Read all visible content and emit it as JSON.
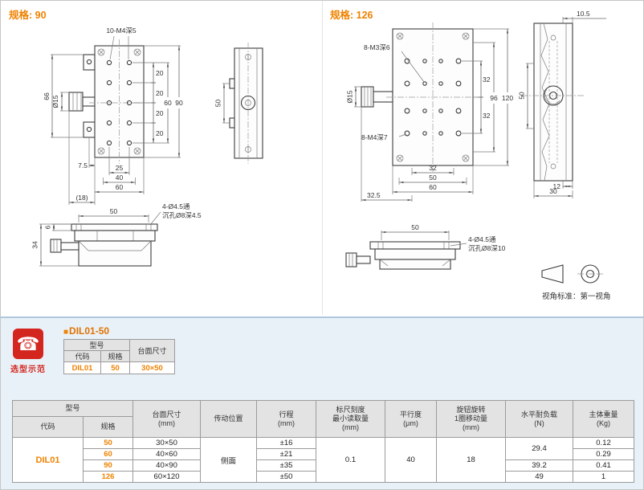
{
  "page": {
    "spec90_title": "规格: 90",
    "spec126_title": "规格: 126",
    "badge_label": "选型示范"
  },
  "spec90": {
    "labels": {
      "m4": "10-M4深5",
      "d66": "66",
      "dia15": "Ø15",
      "p20a": "20",
      "p20b": "20",
      "p20c": "20",
      "p20d": "20",
      "s60": "60",
      "s90": "90",
      "side50": "50",
      "b75": "7.5",
      "b25": "25",
      "b40": "40",
      "b60": "60",
      "b18": "(18)",
      "l50": "50",
      "l6": "6",
      "l34": "34",
      "cb1": "4-Ø4.5通",
      "cb2": "沉孔Ø8深4.5"
    }
  },
  "spec126": {
    "labels": {
      "m3": "8-M3深6",
      "m4": "8-M4深7",
      "dia15": "Ø15",
      "r32a": "32",
      "r32b": "32",
      "r96": "96",
      "r120": "120",
      "b32": "32",
      "b50": "50",
      "b60": "60",
      "b325": "32.5",
      "t105": "10.5",
      "side50": "50",
      "w12": "12",
      "w30": "30",
      "l50": "50",
      "cb1": "4-Ø4.5通",
      "cb2": "沉孔Ø8深10",
      "projection_note": "视角标准：第一视角"
    }
  },
  "example": {
    "bullet": "■",
    "title": "DIL01-50",
    "headers": {
      "model": "型号",
      "code": "代码",
      "size": "规格",
      "surface": "台面尺寸"
    },
    "row": {
      "code": "DIL01",
      "size": "50",
      "surface": "30×50"
    }
  },
  "spec_table": {
    "headers": {
      "model": "型号",
      "code": "代码",
      "size": "规格",
      "surface": "台面尺寸\n(mm)",
      "drive": "传动位置",
      "travel": "行程\n(mm)",
      "scale": "标尺刻度\n最小读取量\n(mm)",
      "parallelism": "平行度\n(μm)",
      "knob": "旋钮旋转\n1圈移动量\n(mm)",
      "load": "水平耐负载\n(N)",
      "weight": "主体重量\n(Kg)"
    },
    "code": "DIL01",
    "drive": "侧面",
    "scale": "0.1",
    "parallelism": "40",
    "knob_travel": "18",
    "rows": [
      {
        "size": "50",
        "surface": "30×50",
        "travel": "±16",
        "weight": "0.12"
      },
      {
        "size": "60",
        "surface": "40×60",
        "travel": "±21",
        "weight": "0.29"
      },
      {
        "size": "90",
        "surface": "40×90",
        "travel": "±35",
        "weight": "0.41"
      },
      {
        "size": "126",
        "surface": "60×120",
        "travel": "±50",
        "weight": "1"
      }
    ],
    "load": [
      "29.4",
      "39.2",
      "49"
    ]
  },
  "colors": {
    "accent": "#ef8200",
    "badge_red": "#d3261f",
    "band_blue": "#e9f1f8",
    "header_gray": "#e3e3e3"
  }
}
